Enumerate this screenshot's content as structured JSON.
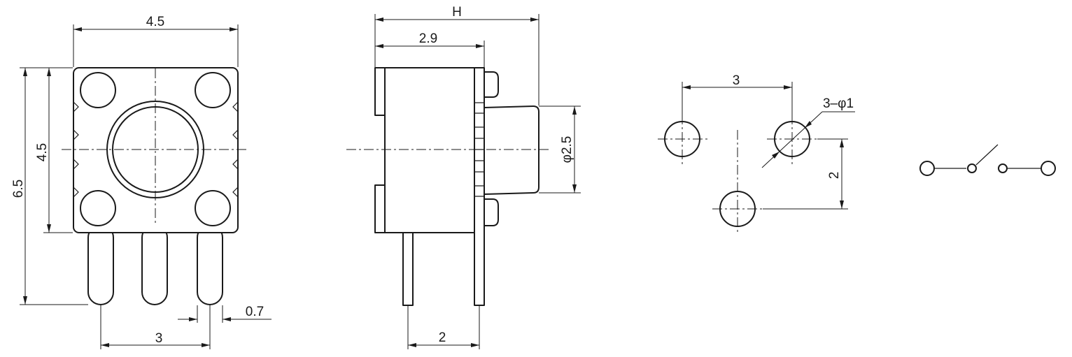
{
  "dimensions": {
    "front_width": "4.5",
    "front_body_height": "4.5",
    "front_total_height": "6.5",
    "front_pin_pitch": "3",
    "front_pin_width": "0.7",
    "side_total_depth": "H",
    "side_body_depth": "2.9",
    "side_actuator_diameter": "φ2.5",
    "side_pin_spacing": "2",
    "pcb_hole_pitch_x": "3",
    "pcb_hole_spec": "3–φ1",
    "pcb_hole_pitch_y": "2"
  },
  "colors": {
    "line": "#1a1a1a",
    "background": "#ffffff"
  },
  "icons": {
    "schematic": "switch-schematic-icon"
  }
}
